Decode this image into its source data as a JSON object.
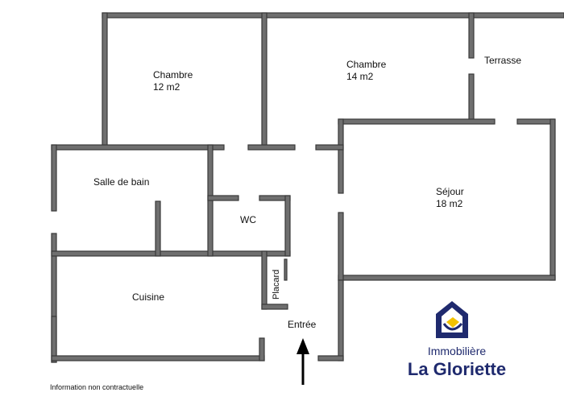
{
  "rooms": {
    "chambre_1": {
      "name": "Chambre",
      "area": "12 m2"
    },
    "chambre_2": {
      "name": "Chambre",
      "area": "14 m2"
    },
    "terrasse": {
      "name": "Terrasse"
    },
    "salle_de_bain": {
      "name": "Salle de bain"
    },
    "wc": {
      "name": "WC"
    },
    "sejour": {
      "name": "Séjour",
      "area": "18 m2"
    },
    "cuisine": {
      "name": "Cuisine"
    },
    "placard": {
      "name": "Placard"
    },
    "entree": {
      "name": "Entrée"
    }
  },
  "brand": {
    "line1": "Immobilière",
    "line2": "La Gloriette",
    "color_primary": "#1f2a6e",
    "color_accent": "#f2c200"
  },
  "disclaimer": "Information non contractuelle",
  "colors": {
    "wall": "#6f6f6f"
  }
}
